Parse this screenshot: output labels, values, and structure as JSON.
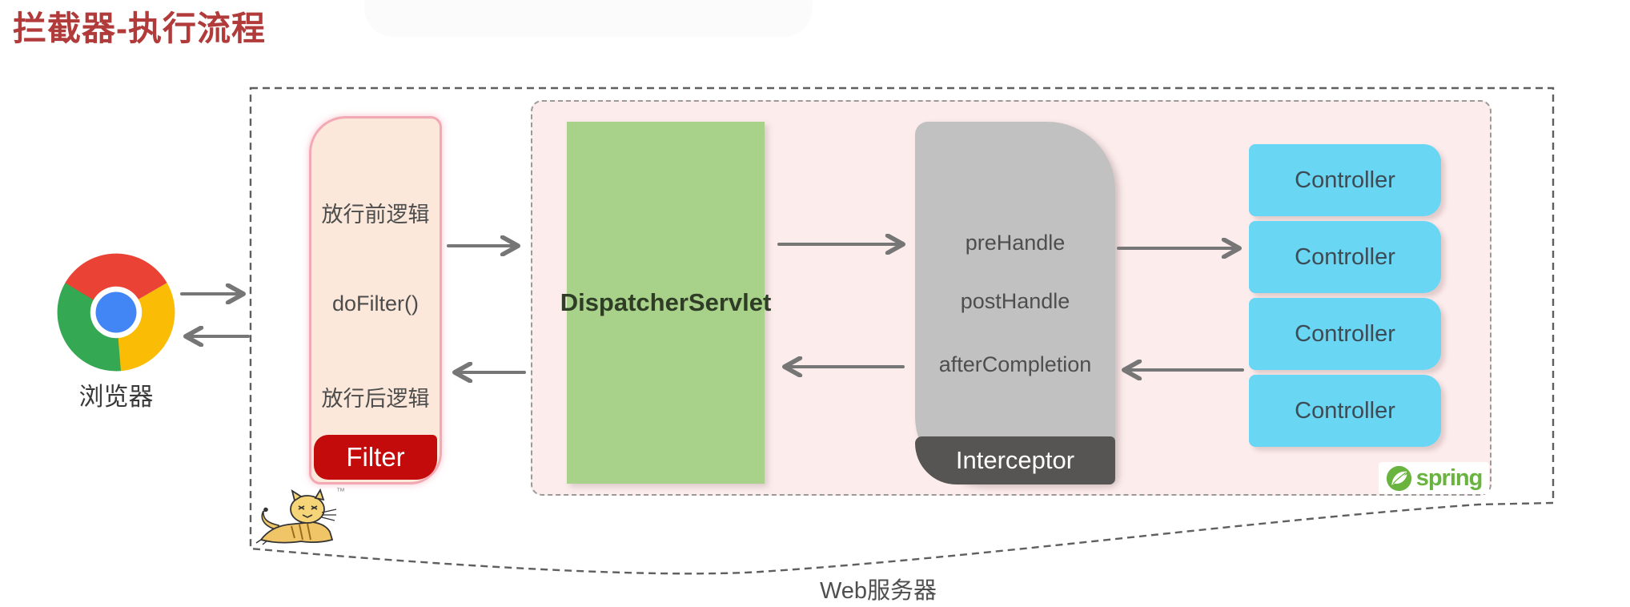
{
  "title": "拦截器-执行流程",
  "browser": {
    "label": "浏览器"
  },
  "web_server": {
    "label": "Web服务器",
    "filter": {
      "steps": [
        "放行前逻辑",
        "doFilter()",
        "放行后逻辑"
      ],
      "label": "Filter"
    },
    "spring_container": {
      "dispatcher_servlet": {
        "label": "DispatcherServlet"
      },
      "interceptor": {
        "methods": [
          "preHandle",
          "postHandle",
          "afterCompletion"
        ],
        "label": "Interceptor"
      },
      "controllers": [
        "Controller",
        "Controller",
        "Controller",
        "Controller"
      ],
      "spring_logo_text": "spring"
    },
    "tomcat_trademark": "™"
  },
  "colors": {
    "title_red": "#b13a3a",
    "filter_fill": "#fbe8da",
    "filter_border": "#f2a9b4",
    "filter_label_bg": "#c40b0b",
    "dispatcher_green": "#a8d189",
    "interceptor_gray": "#c2c1c1",
    "interceptor_label_bg": "#575454",
    "controller_blue": "#69d6f3",
    "spring_pink_fill": "#fdecec",
    "spring_green": "#68b43e",
    "arrow_gray": "#767676",
    "chrome_red": "#ea4335",
    "chrome_yellow": "#fbbc05",
    "chrome_green": "#34a853",
    "chrome_blue": "#4285f4"
  }
}
